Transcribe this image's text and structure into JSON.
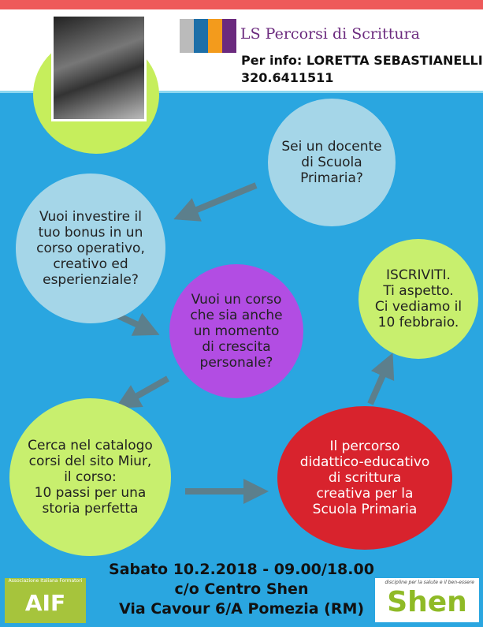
{
  "header": {
    "brand": "LS Percorsi di Scrittura",
    "info_line": "Per info: LORETTA SEBASTIANELLI",
    "phone": "320.6411511"
  },
  "bubbles": {
    "q1": "Sei un docente\ndi Scuola\nPrimaria?",
    "q2": "Vuoi investire il\ntuo bonus in un\ncorso operativo,\ncreativo ed\nesperienziale?",
    "q3": "Vuoi un corso\nche sia anche\nun momento\ndi crescita\npersonale?",
    "q4": "Cerca nel catalogo\ncorsi del sito Miur,\nil corso:\n10 passi per una\nstoria perfetta",
    "q5": "Il percorso\ndidattico-educativo\ndi scrittura\ncreativa per la\nScuola Primaria",
    "q6": "ISCRIVITI.\nTi aspetto.\nCi vediamo il\n10 febbraio."
  },
  "footer": {
    "date": "Sabato 10.2.2018 - 09.00/18.00",
    "place": "c/o Centro Shen",
    "address": "Via Cavour 6/A Pomezia (RM)"
  },
  "logos": {
    "aif_caption": "Associazione Italiana Formatori",
    "aif": "AIF",
    "shen": "Shen",
    "shen_tagline": "discipline per la salute e il ben-essere"
  }
}
